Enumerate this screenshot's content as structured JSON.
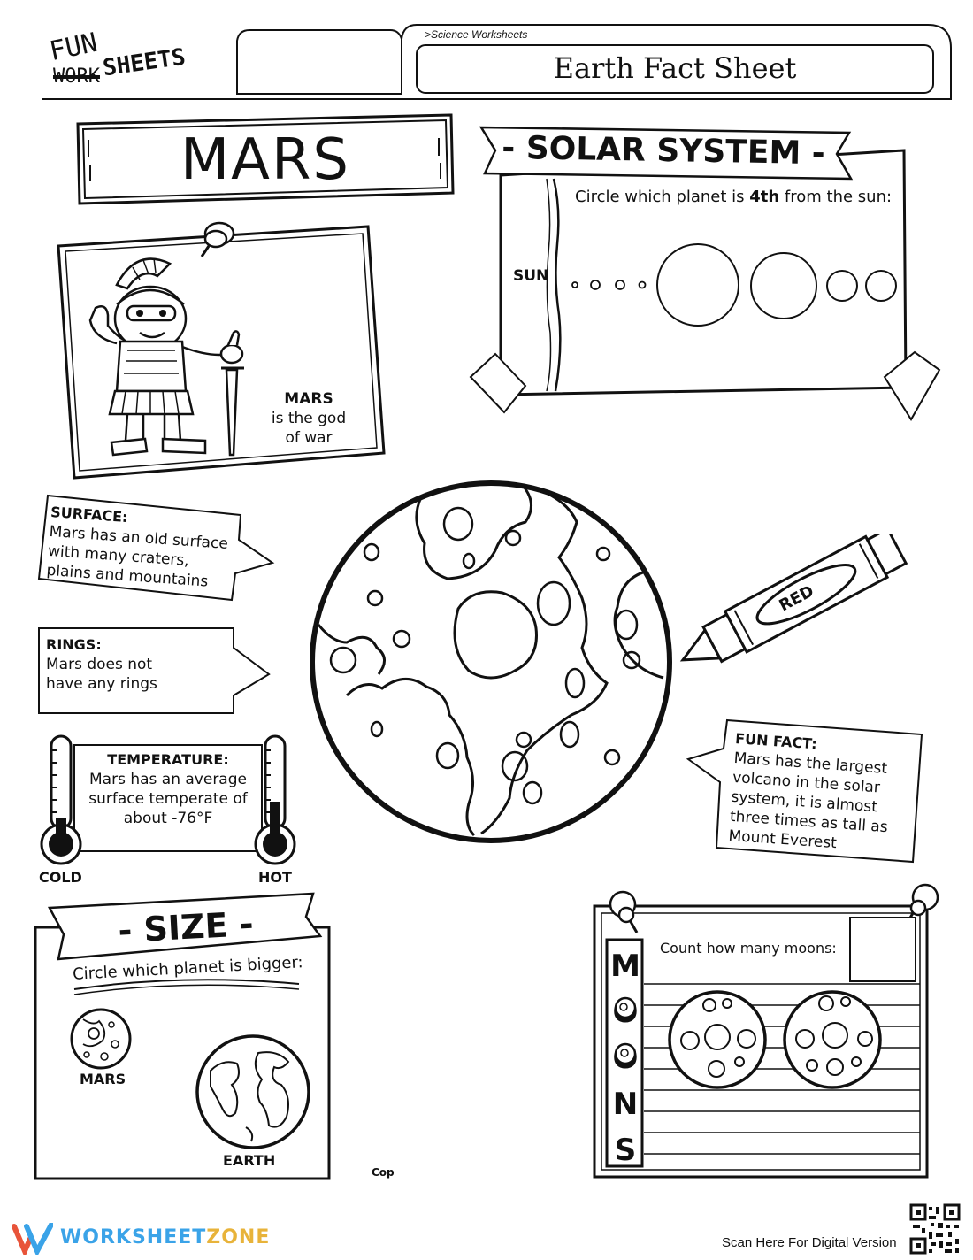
{
  "header": {
    "logo_line1": "FUN",
    "logo_line2": "SHEETS",
    "logo_struck": "WORK",
    "breadcrumb": ">Science Worksheets",
    "title": "Earth Fact Sheet"
  },
  "planet_title": "MARS",
  "god_card": {
    "name": "MARS",
    "line1": "is the god",
    "line2": "of war"
  },
  "solar_system": {
    "banner": "- SOLAR SYSTEM -",
    "prompt_before": "Circle which planet is ",
    "prompt_bold": "4th",
    "prompt_after": " from the sun:",
    "sun_label": "SUN"
  },
  "surface": {
    "heading": "SURFACE:",
    "line1": "Mars has an old surface",
    "line2": "with many craters,",
    "line3": "plains and mountains"
  },
  "rings": {
    "heading": "RINGS:",
    "line1": "Mars does not",
    "line2": "have any rings"
  },
  "temperature": {
    "heading": "TEMPERATURE:",
    "line1": "Mars has an average",
    "line2": "surface temperate of",
    "line3": "about -76°F",
    "cold_label": "COLD",
    "hot_label": "HOT"
  },
  "crayon_label": "RED",
  "fun_fact": {
    "heading": "FUN FACT:",
    "line1": "Mars has the largest",
    "line2": "volcano in the solar",
    "line3": "system, it is almost",
    "line4": "three times as tall as",
    "line5": "Mount Everest"
  },
  "size": {
    "banner": "- SIZE -",
    "prompt": "Circle which planet is bigger:",
    "mars_label": "MARS",
    "earth_label": "EARTH"
  },
  "moons": {
    "prompt": "Count how many moons:",
    "letters": [
      "M",
      "O",
      "O",
      "N",
      "S"
    ]
  },
  "copyright_fragment": "Cop",
  "footer": {
    "brand_a": "WORKSHEET",
    "brand_b": "ZONE",
    "scan_text": "Scan Here For Digital Version"
  }
}
